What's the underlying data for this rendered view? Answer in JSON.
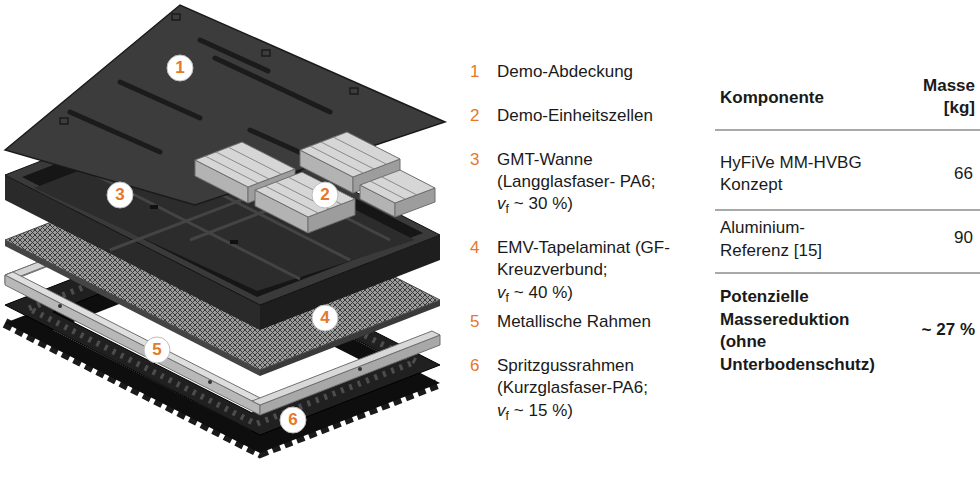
{
  "diagram": {
    "labels": [
      "1",
      "3",
      "2",
      "4",
      "5",
      "6",
      "1",
      "Demo-Abdeckung",
      "2",
      "Demo-Einheitszellen",
      "3",
      "GMT-Wanne (Langglasfaser- PA6;",
      "v",
      "f",
      "~ 30 %)",
      "4",
      "EMV-Tapelaminat (GF-Kreuzverbund;",
      "v",
      "f",
      "~ 40 %)",
      "5",
      "Metallische Rahmen",
      "6",
      "Spritzgussrahmen (Kurzglasfaser-PA6;",
      "v",
      "f",
      "~ 15 %)",
      "Komponente",
      "Masse [kg]",
      "HyFiVe MM-HVBG Konzept",
      "66",
      "Aluminium- Referenz [15]",
      "90",
      "Potenzielle Massereduktion (ohne Unterbodenschutz)",
      "~ 27 %"
    ]
  }
}
